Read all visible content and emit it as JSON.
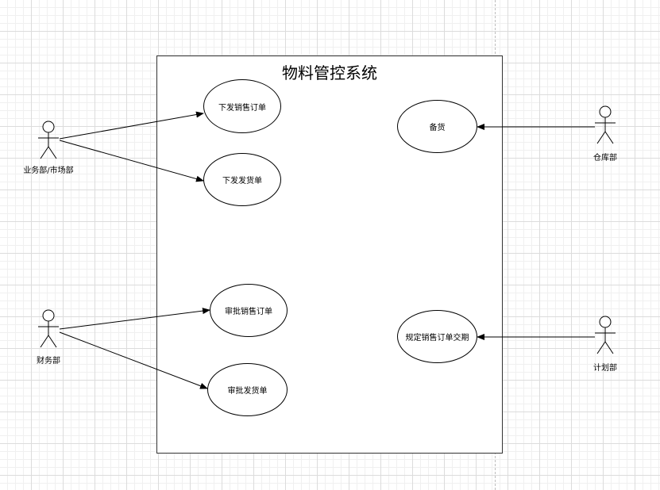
{
  "diagram": {
    "system_title": "物料管控系统",
    "use_cases": {
      "issue_sales_order": "下发销售订单",
      "issue_delivery_order": "下发发货单",
      "stock_prep": "备货",
      "approve_sales_order": "审批销售订单",
      "approve_delivery_order": "审批发货单",
      "set_delivery_date": "规定销售订单交期"
    },
    "actors": {
      "business_market": "业务部/市场部",
      "warehouse": "仓库部",
      "finance": "财务部",
      "planning": "计划部"
    }
  }
}
